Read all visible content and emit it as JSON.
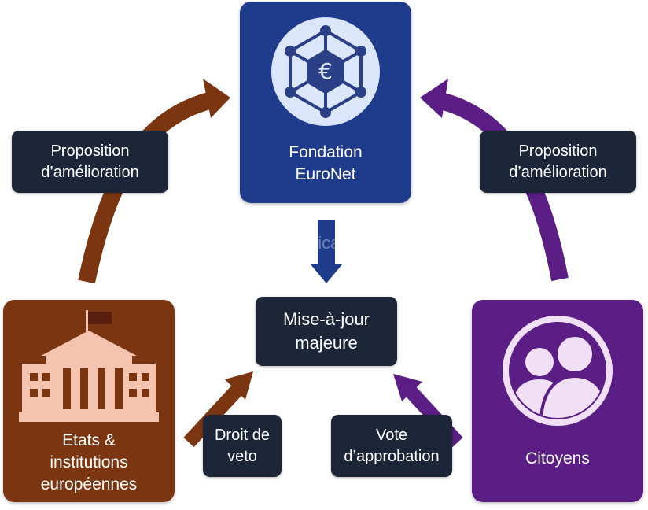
{
  "nodes": {
    "fondation": {
      "label": "Fondation\nEuroNet",
      "icon": "euro-network-icon",
      "color": "#1f3b8c"
    },
    "etats": {
      "label": "Etats &\ninstitutions\neuropéennes",
      "icon": "government-building-icon",
      "color": "#7b3510"
    },
    "citoyens": {
      "label": "Citoyens",
      "icon": "people-icon",
      "color": "#5a1e85"
    },
    "center": {
      "label": "Mise-à-jour\nmajeure"
    }
  },
  "edges": {
    "left_proposal": "Proposition\nd’amélioration",
    "right_proposal": "Proposition\nd’amélioration",
    "application": "Application",
    "veto": "Droit de\nveto",
    "vote": "Vote\nd’approbation"
  },
  "colors": {
    "tag_bg": "#1d2638",
    "application_arrow": "#1f3b8c",
    "left_arrow": "#7b3510",
    "right_arrow": "#5a1e85"
  }
}
